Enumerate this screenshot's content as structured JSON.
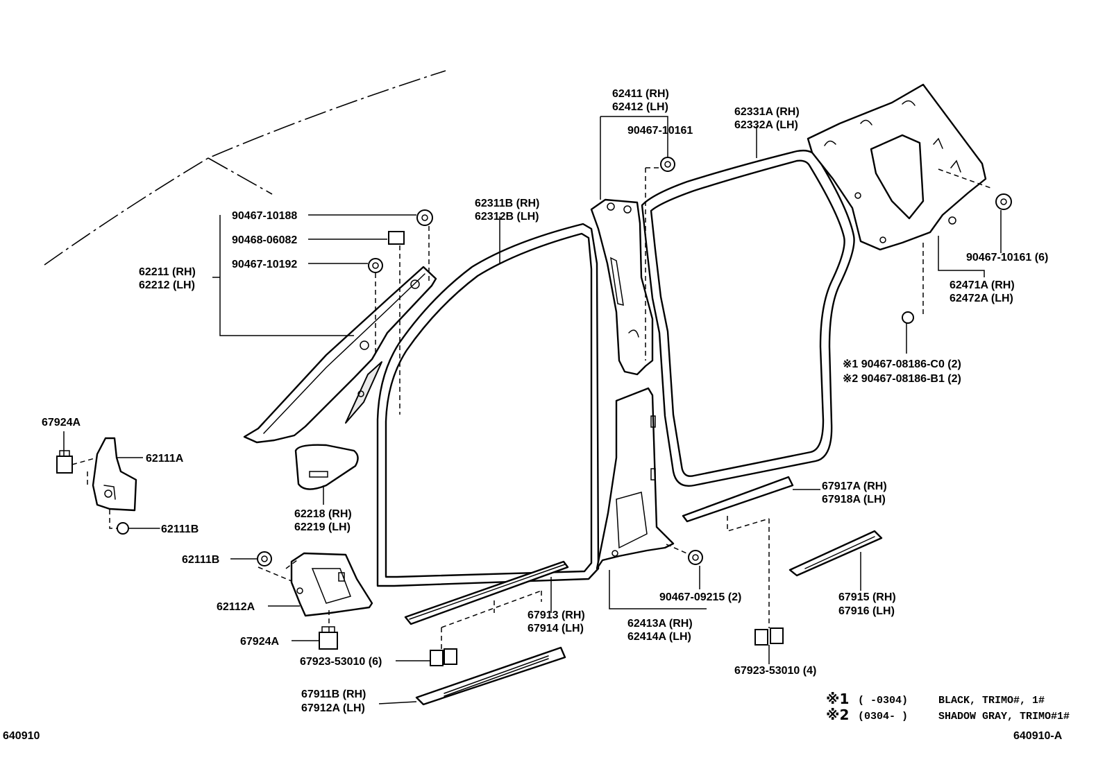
{
  "parts": {
    "p62411": "62411 (RH)",
    "p62412": "62412 (LH)",
    "p90467_10161_top": "90467-10161",
    "p62331A": "62331A (RH)",
    "p62332A": "62332A (LH)",
    "p62311B": "62311B (RH)",
    "p62312B": "62312B (LH)",
    "p90467_10188": "90467-10188",
    "p90468_06082": "90468-06082",
    "p90467_10192": "90467-10192",
    "p62211": "62211 (RH)",
    "p62212": "62212 (LH)",
    "p90467_10161_6": "90467-10161 (6)",
    "p62471A": "62471A (RH)",
    "p62472A": "62472A (LH)",
    "p90467_08186_C0": "※1 90467-08186-C0 (2)",
    "p90467_08186_B1": "※2 90467-08186-B1 (2)",
    "p67924A_top": "67924A",
    "p62111A": "62111A",
    "p62111B_right": "62111B",
    "p62218": "62218 (RH)",
    "p62219": "62219 (LH)",
    "p62111B_left": "62111B",
    "p62112A": "62112A",
    "p67924A_bottom": "67924A",
    "p67923_6": "67923-53010 (6)",
    "p67913": "67913 (RH)",
    "p67914": "67914 (LH)",
    "p67911B": "67911B (RH)",
    "p67912A": "67912A (LH)",
    "p90467_09215": "90467-09215 (2)",
    "p62413A": "62413A (RH)",
    "p62414A": "62414A (LH)",
    "p67917A": "67917A (RH)",
    "p67918A": "67918A (LH)",
    "p67915": "67915 (RH)",
    "p67916": "67916 (LH)",
    "p67923_4": "67923-53010 (4)"
  },
  "notes": {
    "note1_mark": "※1",
    "note1_range": "(      -0304)",
    "note1_text": "BLACK, TRIMO#, 1#",
    "note2_mark": "※2",
    "note2_range": "(0304-      )",
    "note2_text": "SHADOW GRAY, TRIMO#1#"
  },
  "footer": {
    "left_code": "640910",
    "right_code": "640910-A"
  }
}
